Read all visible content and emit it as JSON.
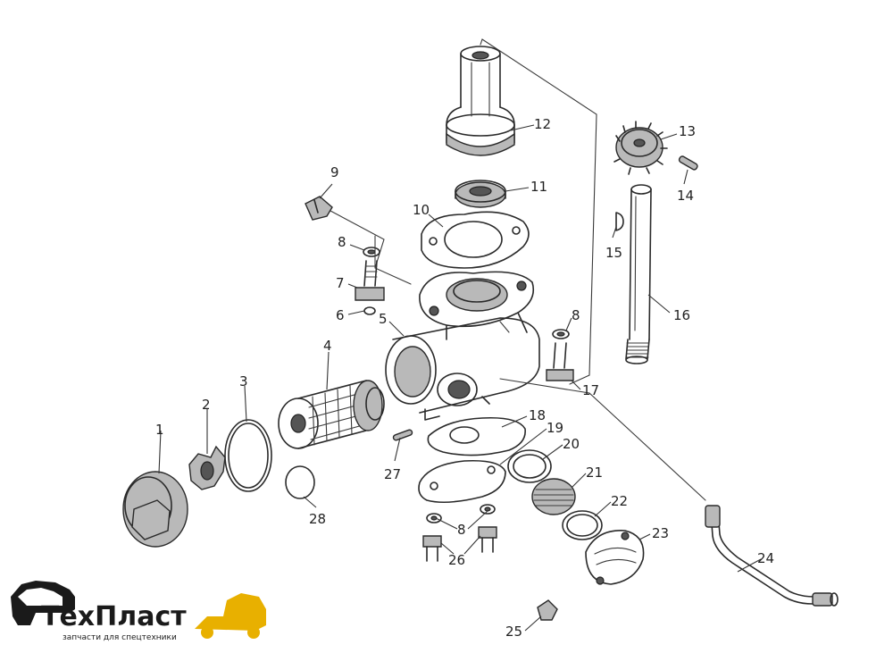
{
  "callouts": {
    "c1": "1",
    "c2": "2",
    "c3": "3",
    "c4": "4",
    "c5": "5",
    "c6": "6",
    "c7": "7",
    "c8a": "8",
    "c8b": "8",
    "c8c": "8",
    "c9": "9",
    "c10": "10",
    "c11": "11",
    "c12": "12",
    "c13": "13",
    "c14": "14",
    "c15": "15",
    "c16": "16",
    "c17": "17",
    "c18": "18",
    "c19": "19",
    "c20": "20",
    "c21": "21",
    "c22": "22",
    "c23": "23",
    "c24": "24",
    "c25": "25",
    "c26": "26",
    "c27": "27",
    "c28": "28"
  },
  "logo": {
    "name": "ТехПласт",
    "tagline": "запчасти для спецтехники",
    "accent": "#e8b000",
    "text_color": "#1a1a1a"
  }
}
